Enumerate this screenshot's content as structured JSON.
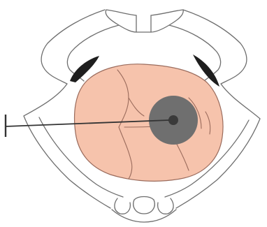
{
  "diagram": {
    "type": "anatomical-illustration",
    "structures": [
      {
        "name": "pelvic-outline",
        "shown": true
      },
      {
        "name": "fetal-head",
        "shown": true
      },
      {
        "name": "skull-sutures",
        "shown": true
      },
      {
        "name": "circular-marker",
        "shown": true
      },
      {
        "name": "pointer-line",
        "shown": true
      },
      {
        "name": "left-dark-spine",
        "shown": true
      },
      {
        "name": "right-dark-spine",
        "shown": true
      }
    ],
    "colors": {
      "outline": "#6e6e6e",
      "fetal_head_fill": "#f6c3ac",
      "suture_line": "#9a6b5c",
      "marker_outer": "#6f6f6f",
      "marker_inner": "#3a3a3a",
      "pointer": "#333333",
      "spine_dark": "#1e1e1e",
      "background": "#ffffff"
    }
  }
}
